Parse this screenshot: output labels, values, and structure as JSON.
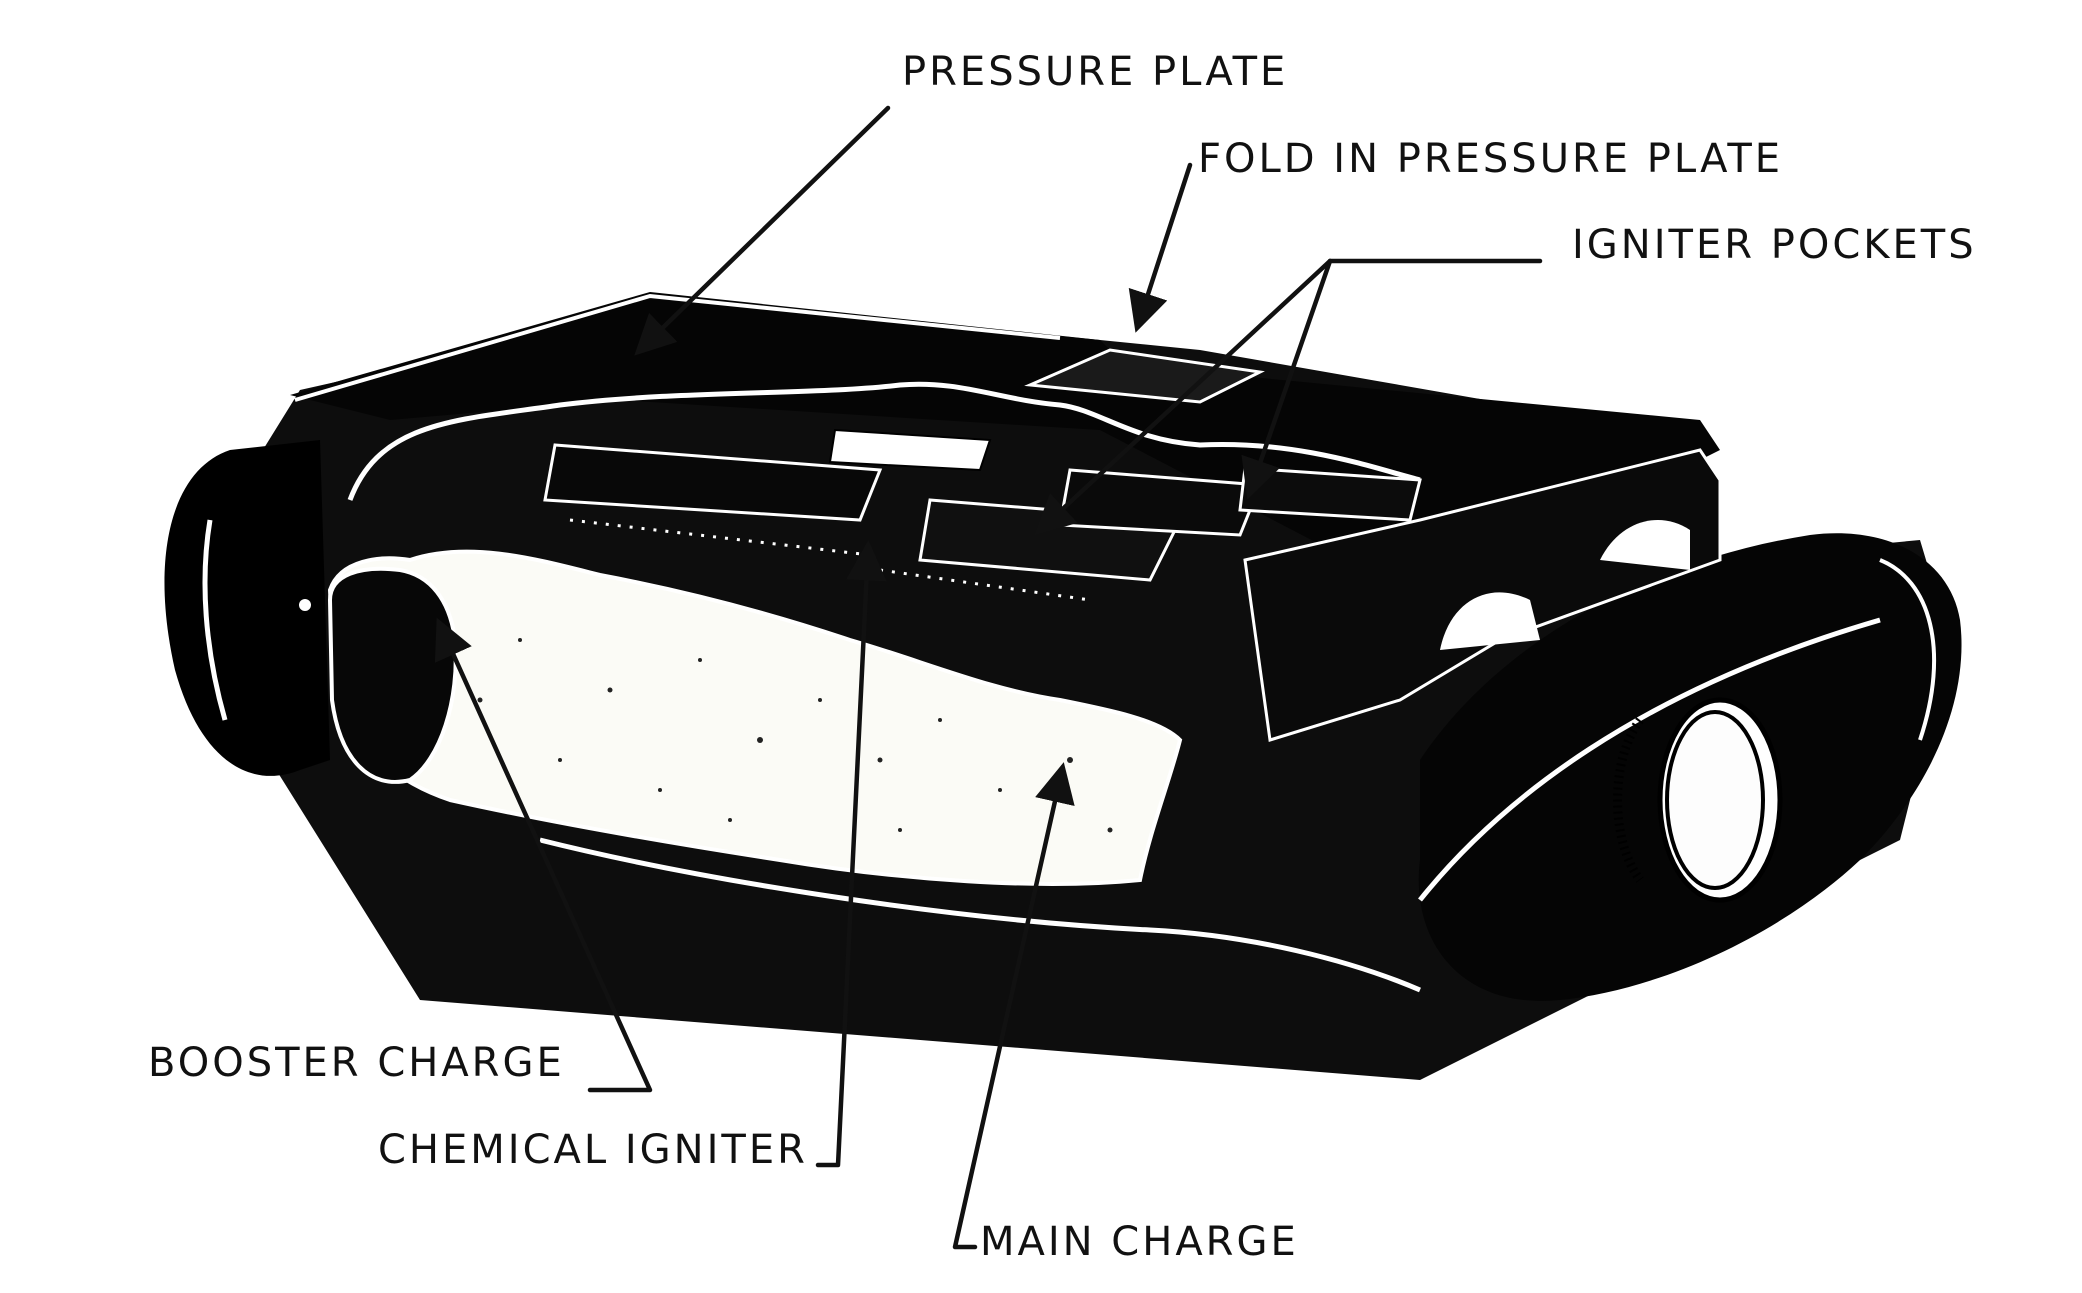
{
  "diagram": {
    "labels": {
      "pressure_plate": "PRESSURE PLATE",
      "fold_in_pressure_plate": "FOLD IN PRESSURE PLATE",
      "igniter_pockets": "IGNITER POCKETS",
      "booster_charge": "BOOSTER CHARGE",
      "chemical_igniter": "CHEMICAL IGNITER",
      "main_charge": "MAIN CHARGE"
    },
    "colors": {
      "ink": "#111111",
      "paper": "#ffffff",
      "charge_fill": "#fbfbf6"
    }
  }
}
